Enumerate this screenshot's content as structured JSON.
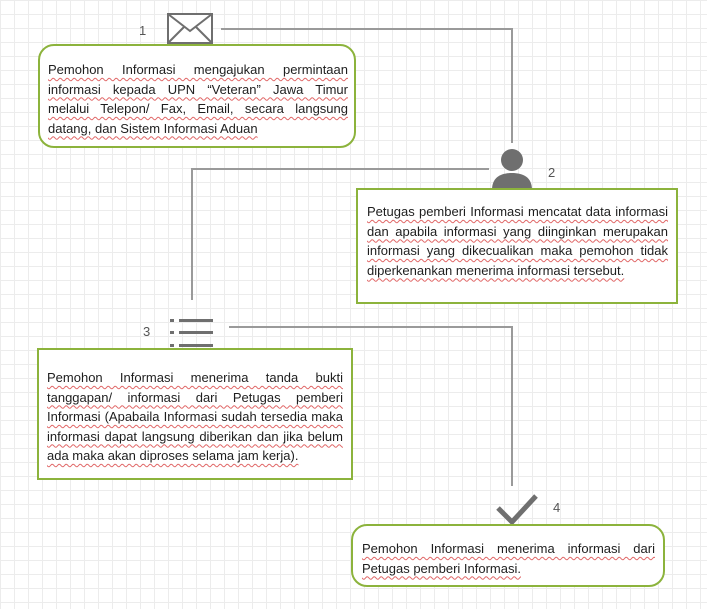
{
  "steps": [
    {
      "number": "1",
      "icon": "envelope-icon",
      "text": "Pemohon Informasi mengajukan permintaan informasi kepada UPN “Veteran” Jawa Timur melalui Telepon/ Fax, Email, secara langsung datang, dan Sistem Informasi Aduan"
    },
    {
      "number": "2",
      "icon": "user-icon",
      "text": "Petugas pemberi Informasi mencatat data informasi dan apabila informasi yang diinginkan merupakan informasi yang dikecualikan maka pemohon tidak diperkenankan menerima informasi tersebut."
    },
    {
      "number": "3",
      "icon": "list-icon",
      "text": "Pemohon Informasi menerima tanda bukti tanggapan/ informasi dari Petugas pemberi Informasi (Apabaila Informasi sudah tersedia maka informasi dapat langsung diberikan dan jika belum ada maka akan diproses selama jam kerja)."
    },
    {
      "number": "4",
      "icon": "checkmark-icon",
      "text": "Pemohon Informasi menerima informasi dari Petugas pemberi Informasi."
    }
  ],
  "colors": {
    "box_border": "#8cb33c",
    "connector": "#9a9a9a",
    "icon": "#6f6f6f",
    "spellcheck_underline": "#e06666"
  }
}
